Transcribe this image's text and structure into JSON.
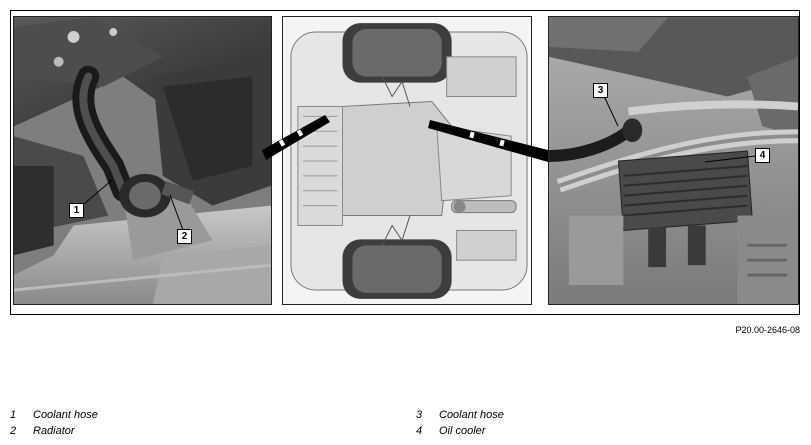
{
  "figure_id": "P20.00-2646-08",
  "callouts": [
    "1",
    "2",
    "3",
    "4"
  ],
  "legend": [
    {
      "num": "1",
      "text": "Coolant hose"
    },
    {
      "num": "2",
      "text": "Radiator"
    },
    {
      "num": "3",
      "text": "Coolant hose"
    },
    {
      "num": "4",
      "text": "Oil cooler"
    }
  ],
  "colors": {
    "line": "#000000",
    "metal_dark": "#3a3a3a",
    "metal_mid": "#8c8c8c",
    "metal_light": "#cfcfcf"
  }
}
